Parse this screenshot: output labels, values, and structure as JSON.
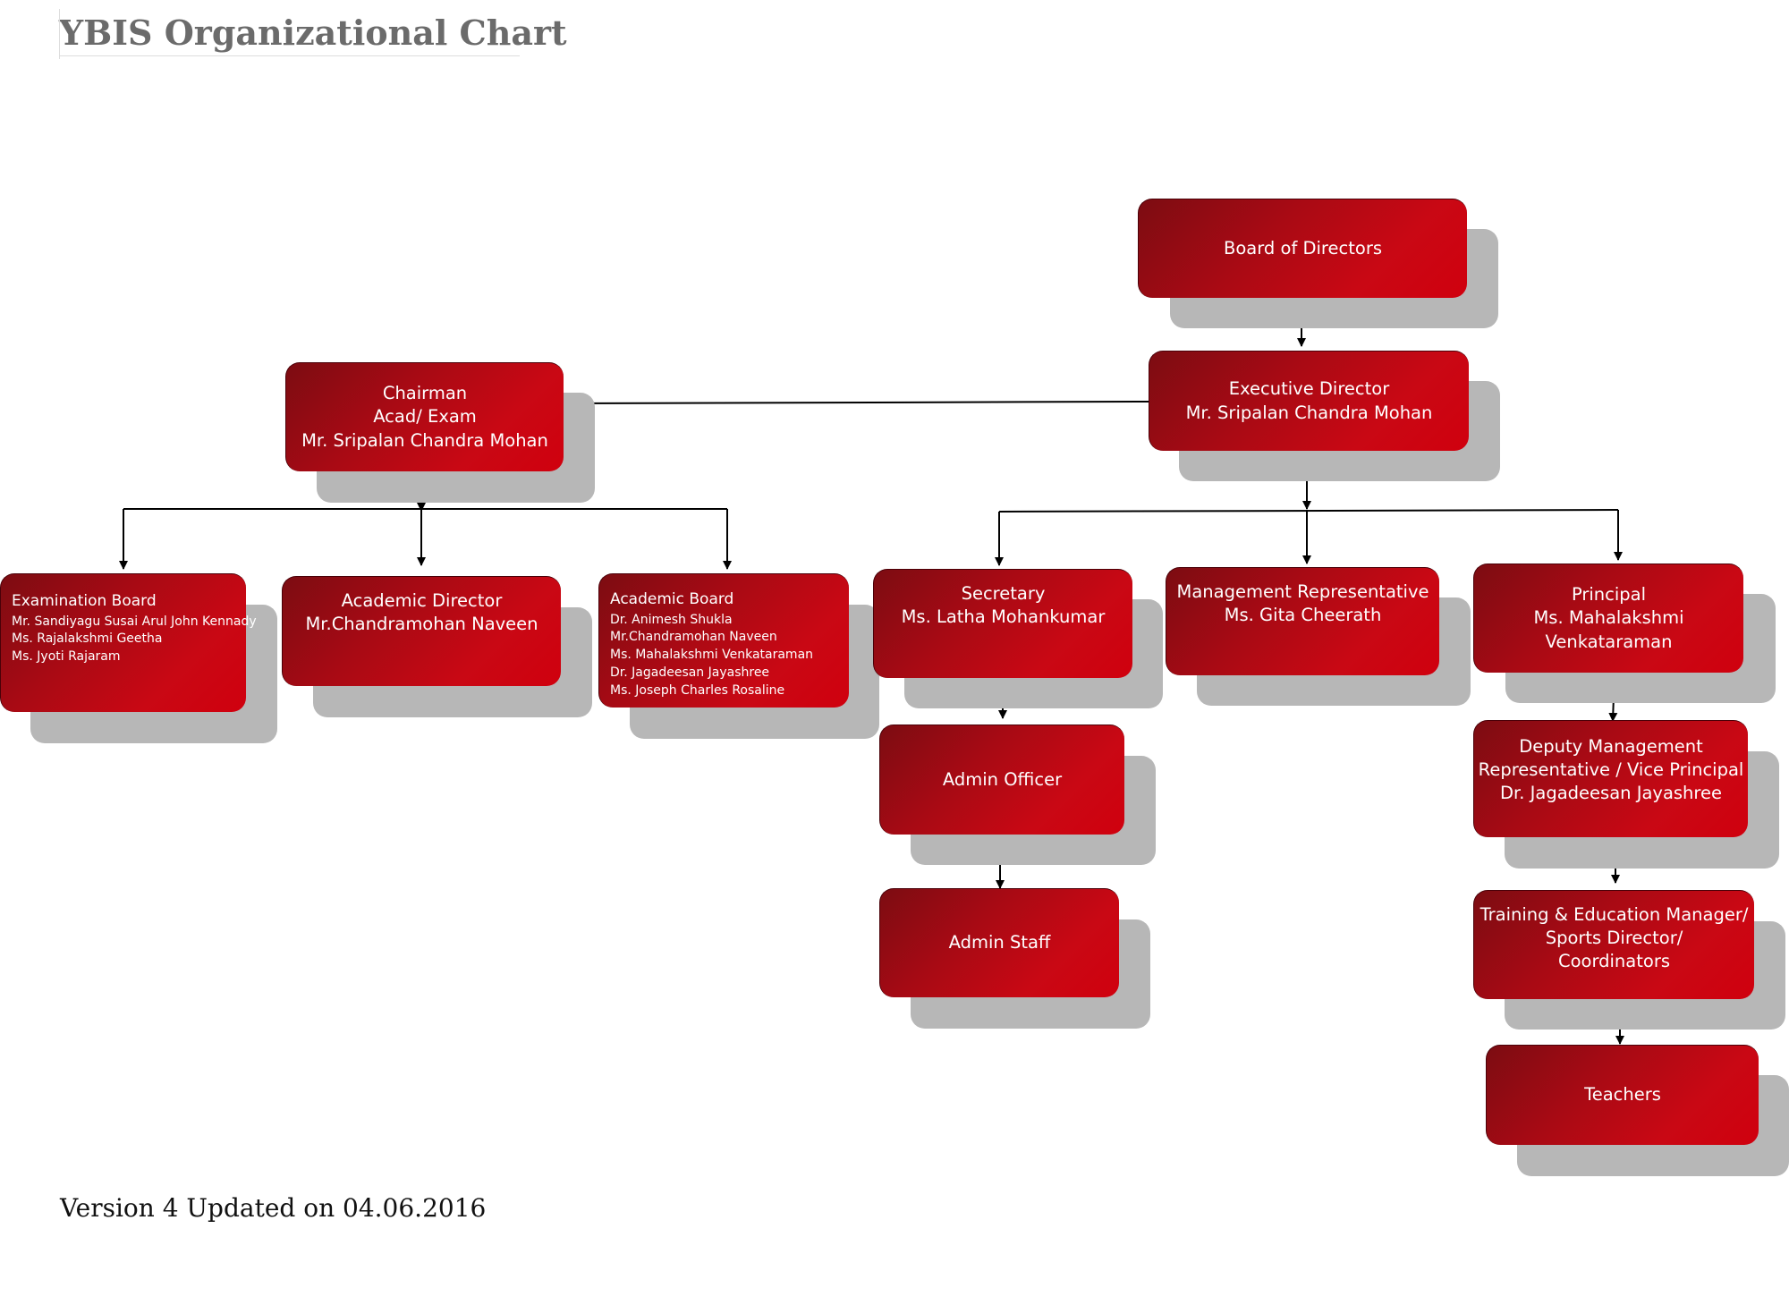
{
  "title": "YBIS Organizational Chart",
  "footer": "Version 4 Updated on 04.06.2016",
  "nodes": [
    {
      "id": "board",
      "lines": [
        "Board of Directors"
      ]
    },
    {
      "id": "exec",
      "lines": [
        "Executive Director",
        "Mr. Sripalan Chandra Mohan"
      ]
    },
    {
      "id": "chair",
      "lines": [
        "Chairman",
        "Acad/ Exam",
        "Mr. Sripalan Chandra Mohan"
      ]
    },
    {
      "id": "exam",
      "lines": [
        "Examination Board",
        "Mr. Sandiyagu Susai Arul John Kennady",
        "Ms. Rajalakshmi Geetha",
        "Ms. Jyoti Rajaram"
      ]
    },
    {
      "id": "acad_dir",
      "lines": [
        "Academic Director",
        "Mr.Chandramohan Naveen"
      ]
    },
    {
      "id": "acad_board",
      "lines": [
        "Academic Board",
        "Dr. Animesh Shukla",
        "Mr.Chandramohan Naveen",
        "Ms. Mahalakshmi Venkataraman",
        "Dr. Jagadeesan Jayashree",
        "Ms. Joseph Charles Rosaline"
      ]
    },
    {
      "id": "secretary",
      "lines": [
        "Secretary",
        "Ms. Latha Mohankumar"
      ]
    },
    {
      "id": "mgmt_rep",
      "lines": [
        "Management Representative",
        "Ms. Gita Cheerath"
      ]
    },
    {
      "id": "principal",
      "lines": [
        "Principal",
        "Ms. Mahalakshmi",
        "Venkataraman"
      ]
    },
    {
      "id": "admin_officer",
      "lines": [
        "Admin Officer"
      ]
    },
    {
      "id": "admin_staff",
      "lines": [
        "Admin Staff"
      ]
    },
    {
      "id": "deputy",
      "lines": [
        "Deputy Management",
        "Representative / Vice Principal",
        "Dr. Jagadeesan Jayashree"
      ]
    },
    {
      "id": "training",
      "lines": [
        "Training & Education  Manager/",
        "Sports Director/",
        "Coordinators"
      ]
    },
    {
      "id": "teachers",
      "lines": [
        "Teachers"
      ]
    }
  ]
}
